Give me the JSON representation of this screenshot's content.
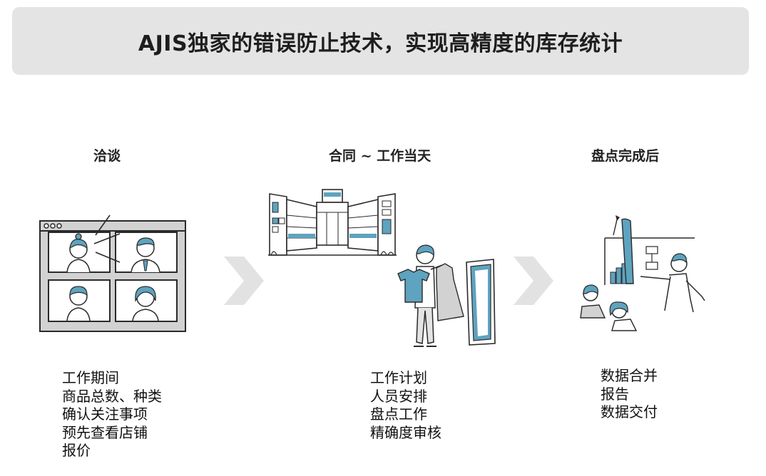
{
  "title": "AJIS独家的错误防止技术，实现高精度的库存统计",
  "stages": [
    {
      "title": "洽谈",
      "items": [
        "工作期间",
        "商品总数、种类",
        "确认关注事项",
        "预先查看店铺",
        "报价"
      ]
    },
    {
      "title": "合同 ~ 工作当天",
      "items": [
        "工作计划",
        "人员安排",
        "盘点工作",
        "精确度审核"
      ]
    },
    {
      "title": "盘点完成后",
      "items": [
        "数据合并",
        "报告",
        "数据交付"
      ]
    }
  ],
  "colors": {
    "accent": "#5ea3bf",
    "banner": "#e4e4e4",
    "arrow": "#e2e2e2",
    "line": "#2a2a2a",
    "shade": "#cfcfcf"
  }
}
